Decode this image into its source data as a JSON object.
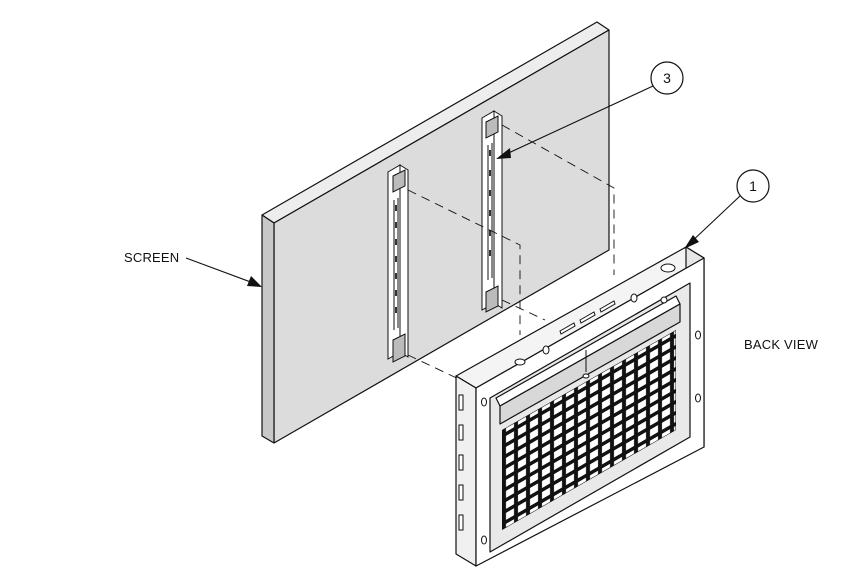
{
  "labels": {
    "screen": "SCREEN",
    "back_view": "BACK VIEW"
  },
  "callouts": [
    {
      "number": "3",
      "points_to": "vertical mounting rails"
    },
    {
      "number": "1",
      "points_to": "wall mount frame"
    }
  ],
  "colors": {
    "line": "#111111",
    "panel_fill": "#dcdcdc",
    "panel_edge_fill": "#c8c8c8",
    "frame_fill": "#ffffff",
    "grid_fill": "#222222"
  }
}
